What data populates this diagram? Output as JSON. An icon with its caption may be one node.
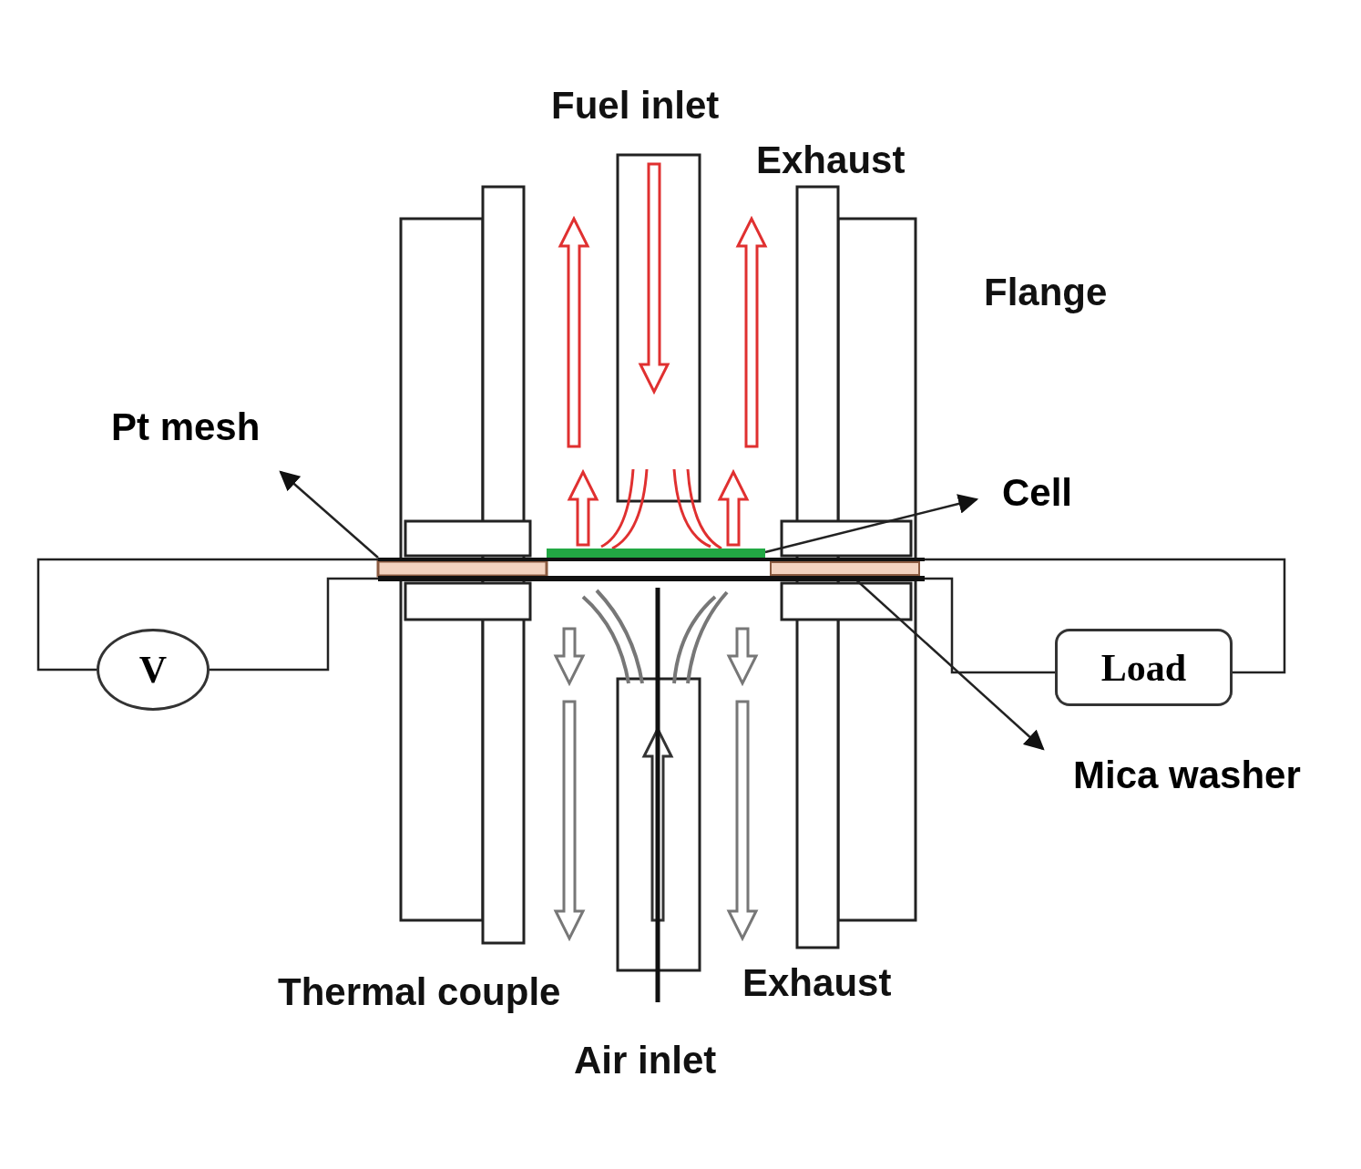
{
  "diagram": {
    "nodes": [
      {
        "text": [
          "Pt mesh"
        ]
      },
      {
        "text": [
          "Cell"
        ]
      },
      {
        "text": [],
        "shape": "bar"
      },
      {
        "text": [],
        "shape": "bar"
      },
      {
        "text": [],
        "shape": "bar"
      },
      {
        "text": [],
        "shape": "bar"
      },
      {
        "text": [
          "V"
        ]
      },
      {
        "text": [
          "Load"
        ]
      },
      {
        "text": [
          "Mica washer"
        ]
      }
    ],
    "edges": [
      {
        "from": 2,
        "to": 0,
        "arrow": "to"
      },
      {
        "from": 3,
        "to": 1,
        "arrow": "to"
      },
      {
        "from": 4,
        "to": 8,
        "arrow": "to"
      },
      {
        "from": 6,
        "to": 2,
        "arrow": "none"
      },
      {
        "from": 6,
        "to": 5,
        "arrow": "none"
      },
      {
        "from": 7,
        "to": 2,
        "arrow": "none"
      },
      {
        "from": 7,
        "to": 5,
        "arrow": "none"
      }
    ],
    "labels": [
      "Fuel inlet",
      "Exhaust",
      "Flange",
      "Thermal couple",
      "Exhaust",
      "Air inlet"
    ]
  }
}
